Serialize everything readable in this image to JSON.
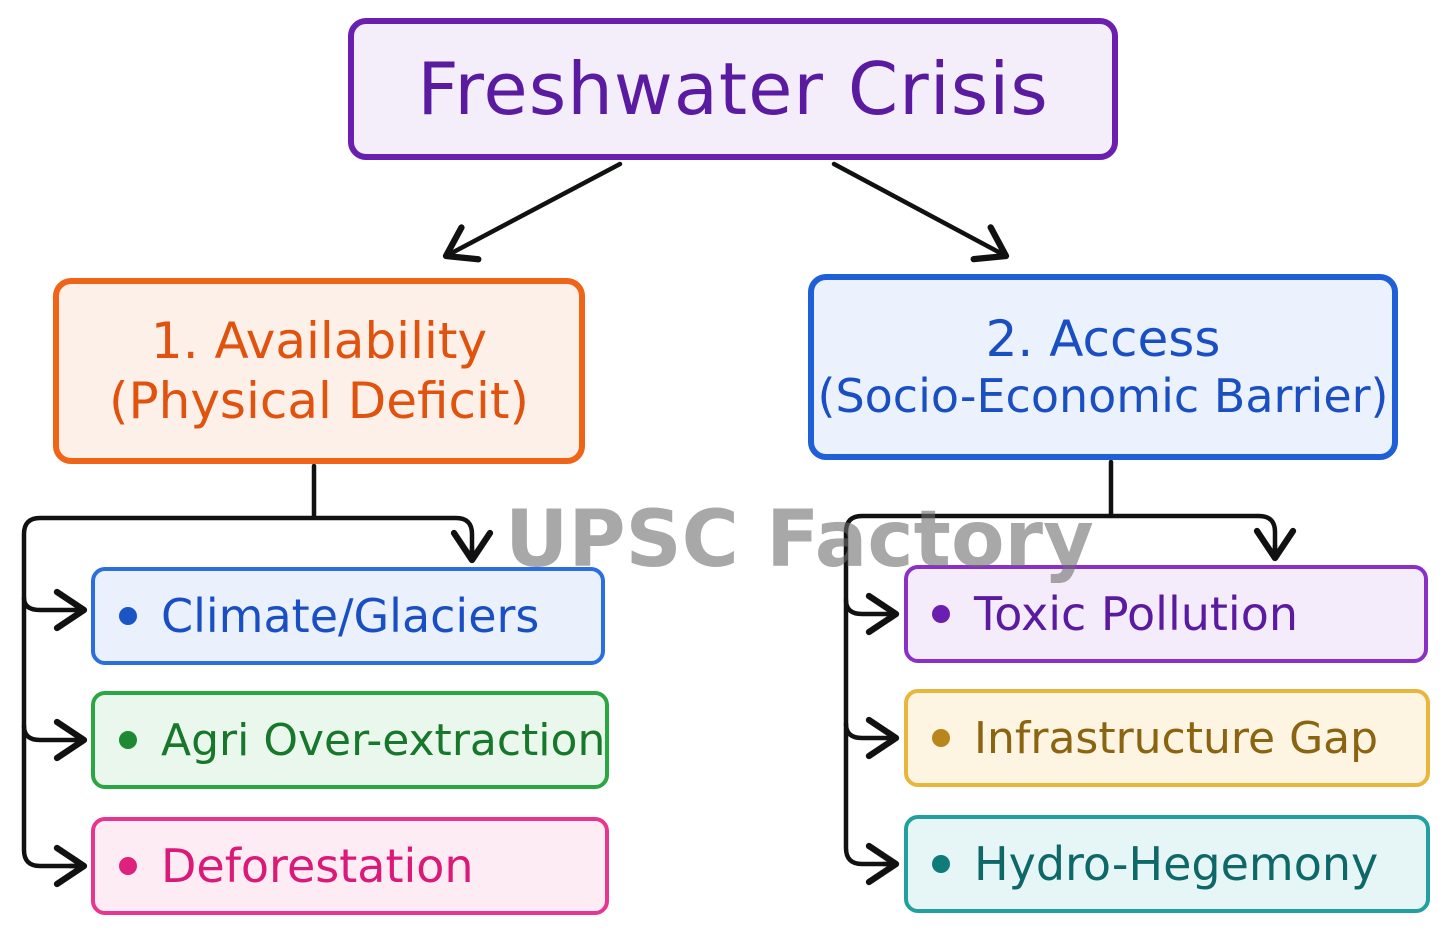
{
  "title": "Freshwater Crisis",
  "branches": [
    {
      "line1": "1. Availability",
      "line2": "(Physical Deficit)",
      "items": [
        "Climate/Glaciers",
        "Agri Over-extraction",
        "Deforestation"
      ]
    },
    {
      "line1": "2. Access",
      "line2": "(Socio-Economic Barrier)",
      "items": [
        "Toxic Pollution",
        "Infrastructure Gap",
        "Hydro-Hegemony"
      ]
    }
  ],
  "watermark": "UPSC Factory",
  "colors": {
    "title": "#6a1fb0",
    "availability": "#f06418",
    "access": "#1f5fd8",
    "climate": "#2a6ee0",
    "agri": "#2aa642",
    "deforestation": "#e8358f",
    "toxic": "#8a2fc8",
    "infrastructure": "#e8b63a",
    "hydro": "#22a0a0"
  }
}
